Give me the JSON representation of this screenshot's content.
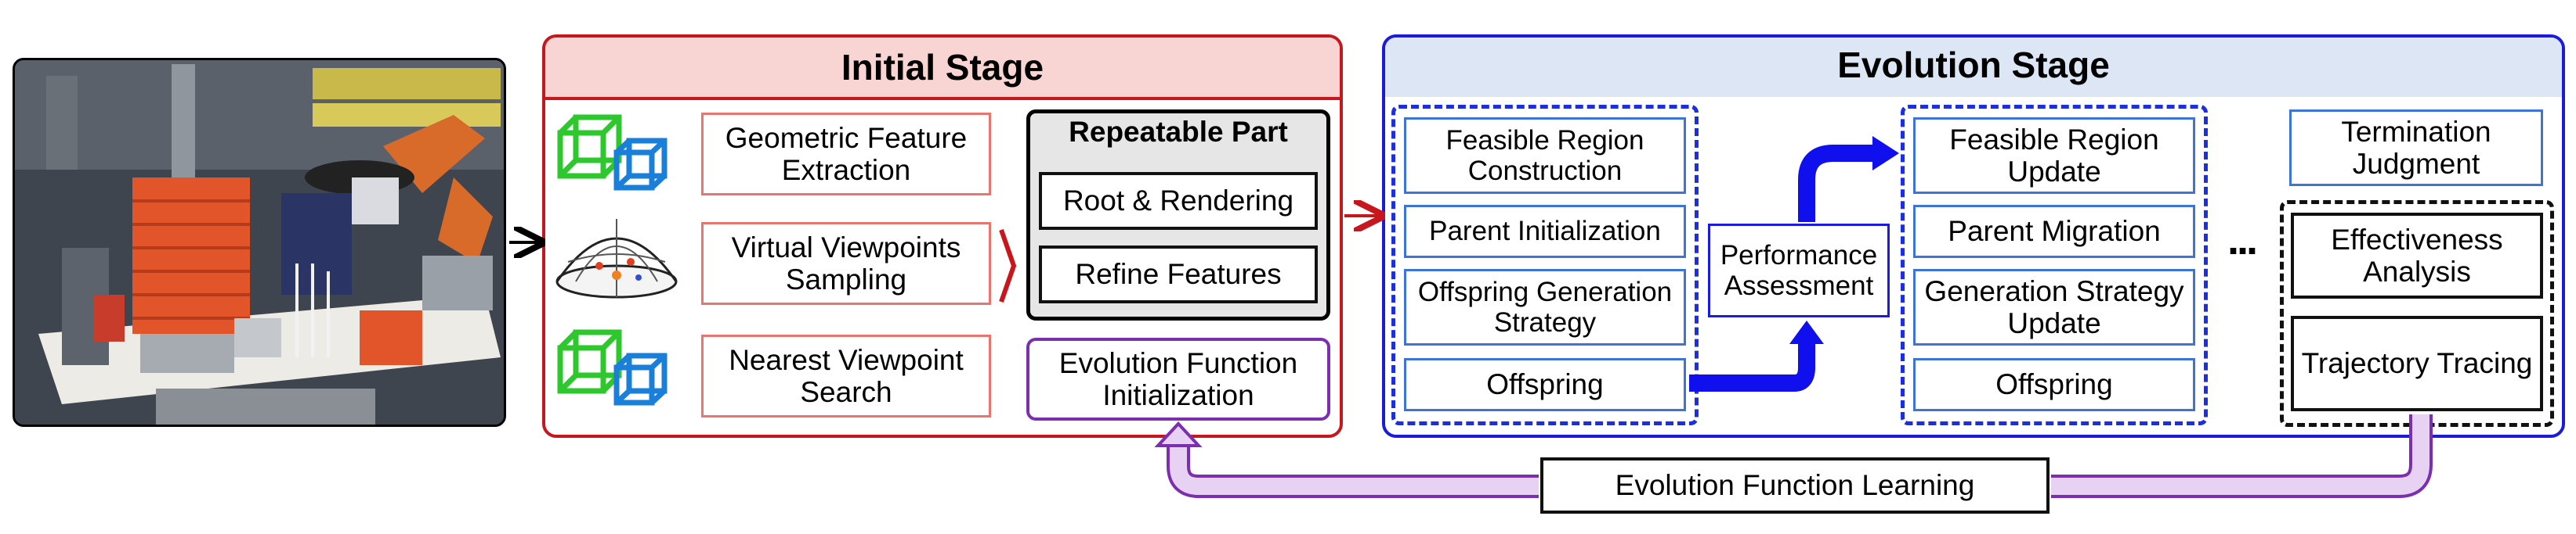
{
  "initial_stage": {
    "title": "Initial Stage",
    "steps": [
      "Geometric Feature Extraction",
      "Virtual Viewpoints Sampling",
      "Nearest Viewpoint Search"
    ],
    "repeatable_part": {
      "title": "Repeatable Part",
      "items": [
        "Root & Rendering",
        "Refine Features"
      ]
    },
    "evolution_init": "Evolution Function Initialization"
  },
  "evolution_stage": {
    "title": "Evolution Stage",
    "left_group": [
      "Feasible Region Construction",
      "Parent Initialization",
      "Offspring Generation Strategy",
      "Offspring"
    ],
    "performance": "Performance Assessment",
    "right_group": [
      "Feasible Region Update",
      "Parent Migration",
      "Generation Strategy Update",
      "Offspring"
    ],
    "ellipsis": "···",
    "termination": "Termination Judgment",
    "final_group": [
      "Effectiveness Analysis",
      "Trajectory Tracing"
    ]
  },
  "feedback": {
    "label": "Evolution Function Learning"
  },
  "colors": {
    "initial_border": "#c8161d",
    "initial_header": "#f8d4d2",
    "evolution_border": "#1a1ae0",
    "evolution_header": "#dce6f4",
    "purple": "#7b2fb0",
    "purple_fill": "#e8d2f4",
    "blue_arrow": "#1010ee"
  },
  "icons": [
    "robot-workcell-photo",
    "cube-wireframe-icon",
    "viewpoint-dome-icon",
    "cube-wireframe-icon"
  ]
}
